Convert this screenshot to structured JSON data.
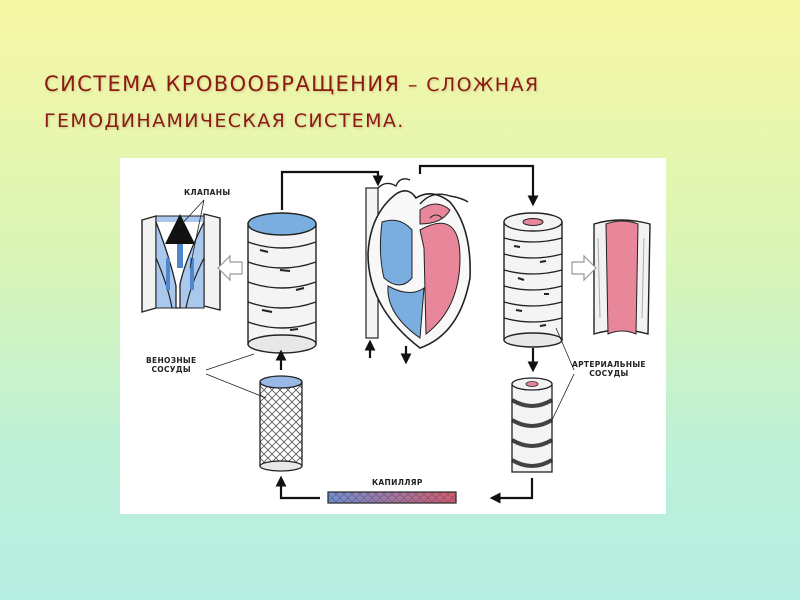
{
  "title": {
    "line1_main": "СИСТЕМА КРОВООБРАЩЕНИЯ",
    "line1_rest": " – СЛОЖНАЯ",
    "line2": "ГЕМОДИНАМИЧЕСКАЯ СИСТЕМА."
  },
  "diagram": {
    "labels": {
      "valves": "КЛАПАНЫ",
      "venous_line1": "ВЕНОЗНЫЕ",
      "venous_line2": "СОСУДЫ",
      "arterial_line1": "АРТЕРИАЛЬНЫЕ",
      "arterial_line2": "СОСУДЫ",
      "capillary": "КАПИЛЛЯР"
    },
    "colors": {
      "venous_blood": "#7aaee0",
      "arterial_blood": "#e8869a",
      "title": "#8b1a14"
    }
  }
}
